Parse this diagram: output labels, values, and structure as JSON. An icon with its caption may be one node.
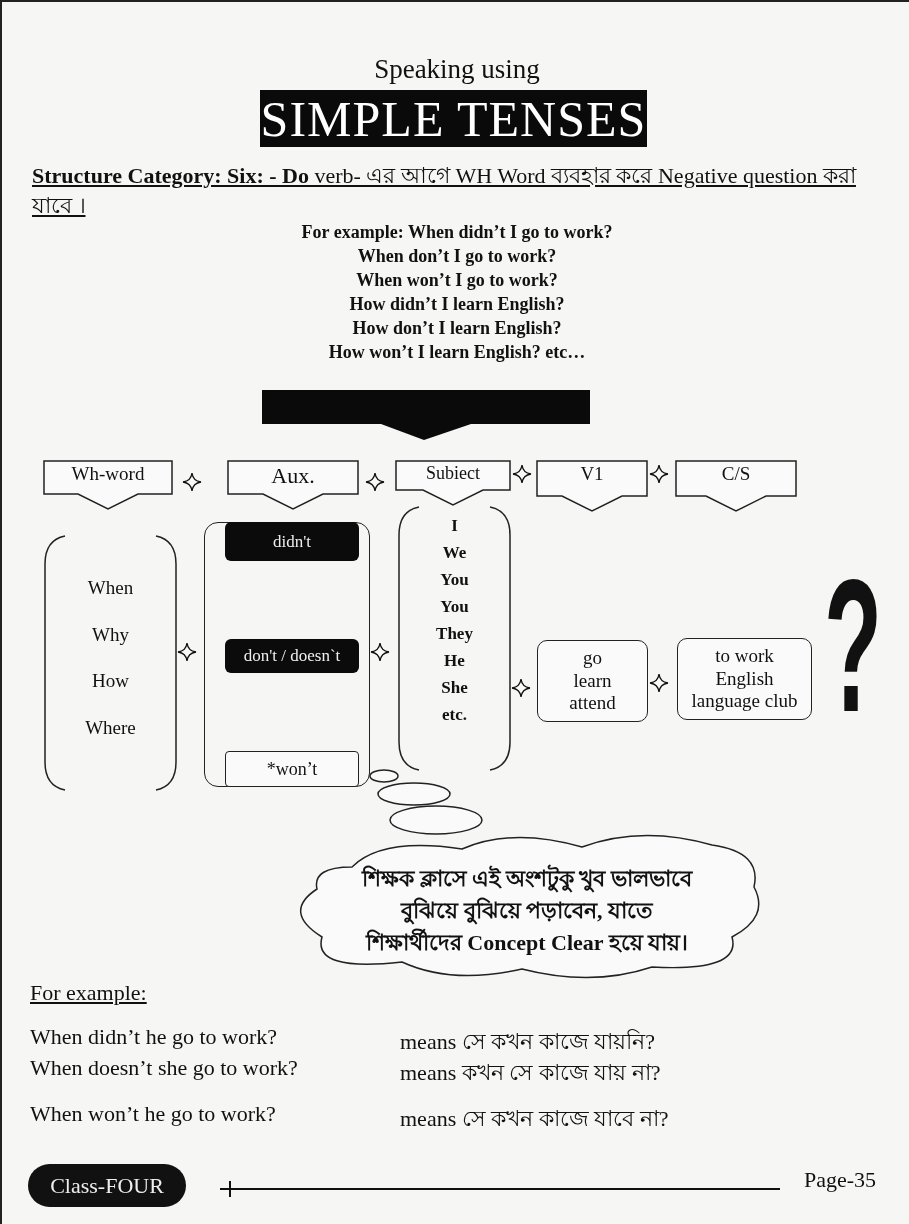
{
  "diagram": {
    "title": "SIMPLE TENSES",
    "nodes": [
      {
        "text": [],
        "shape": "box"
      },
      {
        "text": [
          "Wh-word"
        ]
      },
      {
        "text": [
          "Aux."
        ]
      },
      {
        "text": [
          "Subiect"
        ]
      },
      {
        "text": [
          "V1"
        ]
      },
      {
        "text": [
          "C/S"
        ]
      },
      {
        "text": [
          "When",
          "Why",
          "How",
          "Where"
        ]
      },
      {
        "text": [],
        "shape": "box"
      },
      {
        "text": [
          "didn't"
        ],
        "in": 7
      },
      {
        "text": [
          "don't / doesn`t"
        ],
        "in": 7
      },
      {
        "text": [
          "*won’t"
        ],
        "in": 7
      },
      {
        "text": [
          "I",
          "We",
          "You",
          "You",
          "They",
          "He",
          "She",
          "etc."
        ]
      },
      {
        "text": [
          "go",
          "learn",
          "attend"
        ]
      },
      {
        "text": [
          "to work",
          "English",
          "language club"
        ]
      },
      {
        "text": [
          "শিক্ষক ক্লাসে এই অংশটুকু খুব ভালভাবে বুঝিয়ে বুঝিয়ে পড়াবেন, যাতে শিক্ষার্থীদের Concept Clear হয়ে যায়।"
        ]
      }
    ],
    "labels": [
      "Speaking using",
      "**Structure Category: Six: - Do** verb- এর আগে WH Word ব্যবহার করে Negative question করা যাবে ।",
      "For example: When didn’t I go to work?",
      "When don’t I go to work?",
      "When won’t I go to work?",
      "How didn’t I learn English?",
      "How don’t I learn English?",
      "How won’t I learn English? etc…",
      "?",
      "For example:",
      "When didn’t he go to work?",
      "means সে কখন কাজে যায়নি?",
      "When doesn’t she go to work?",
      "means কখন সে কাজে যায় না?",
      "When won’t he go to work?",
      "means সে কখন কাজে যাবে না?",
      "Class-FOUR",
      "Page-35"
    ]
  }
}
